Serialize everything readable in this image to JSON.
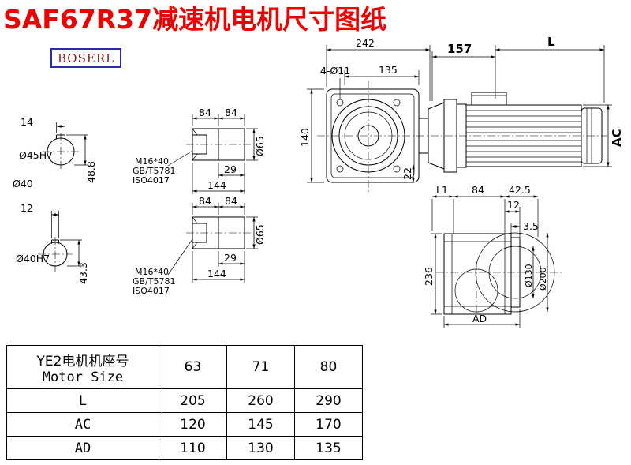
{
  "title": "SAF67R37减速机电机尺寸图纸",
  "logo": "BOSERL",
  "dims": {
    "sa": {
      "w": "14",
      "bore": "Ø45H7",
      "h": "48.8",
      "outer": "Ø40"
    },
    "sb": {
      "w": "12",
      "bore": "Ø40H7",
      "h": "43.3"
    },
    "sc": {
      "a": "84",
      "b": "84",
      "c": "29",
      "len": "144",
      "dia": "Ø65",
      "bolt": "M16*40",
      "std1": "GB/T5781",
      "std2": "ISO4017"
    },
    "sd": {
      "a": "84",
      "b": "84",
      "c": "29",
      "len": "144",
      "dia": "Ø65",
      "bolt": "M16*40",
      "std1": "GB/T5781",
      "std2": "ISO4017"
    },
    "fv": {
      "w": "242",
      "m": "157",
      "L": "L",
      "holes": "4-Ø11",
      "inner": "135",
      "h": "140",
      "k": "22",
      "AC": "AC"
    },
    "sv": {
      "L1": "L1",
      "a": "84",
      "b": "42.5",
      "c": "12",
      "d": "3.5",
      "h": "236",
      "d130": "Ø130",
      "d200": "Ø200",
      "AD": "AD"
    }
  },
  "table": {
    "header": {
      "motor_cn": "YE2电机机座号",
      "motor_en": "Motor Size",
      "sizes": [
        "63",
        "71",
        "80"
      ]
    },
    "rows": [
      {
        "label": "L",
        "values": [
          "205",
          "260",
          "290"
        ]
      },
      {
        "label": "AC",
        "values": [
          "120",
          "145",
          "170"
        ]
      },
      {
        "label": "AD",
        "values": [
          "110",
          "130",
          "135"
        ]
      }
    ]
  }
}
